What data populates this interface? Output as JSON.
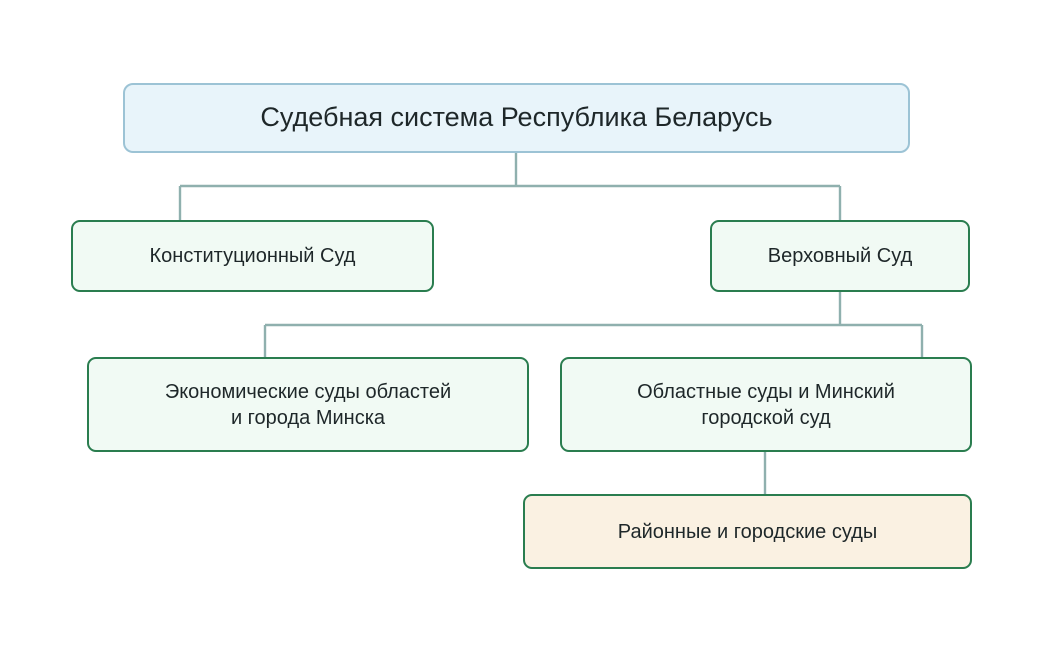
{
  "diagram": {
    "title": "Судебная система Республика Беларусь",
    "type": "organizational-hierarchy-tree",
    "background_color": "#ffffff",
    "connector_color": "#8fb0ae",
    "nodes": {
      "root": {
        "label": "Судебная система Республика Беларусь",
        "level": 1,
        "fill_color": "#e8f4fa",
        "border_color": "#9cc3d5",
        "text_color": "#1e2729"
      },
      "constitutional_court": {
        "label": "Конституционный Суд",
        "level": 2,
        "fill_color": "#f1faf4",
        "border_color": "#2a7d4f",
        "text_color": "#1e2729"
      },
      "supreme_court": {
        "label": "Верховный Суд",
        "level": 2,
        "fill_color": "#f1faf4",
        "border_color": "#2a7d4f",
        "text_color": "#1e2729"
      },
      "economic_courts": {
        "label": "Экономические суды областей\nи города Минска",
        "level": 3,
        "fill_color": "#f1faf4",
        "border_color": "#2a7d4f",
        "text_color": "#1e2729"
      },
      "regional_courts": {
        "label": "Областные суды и Минский\nгородской суд",
        "level": 3,
        "fill_color": "#f1faf4",
        "border_color": "#2a7d4f",
        "text_color": "#1e2729"
      },
      "district_city_courts": {
        "label": "Районные и городские суды",
        "level": 4,
        "fill_color": "#faf1e2",
        "border_color": "#2a7d4f",
        "text_color": "#1e2729"
      }
    },
    "edges": [
      {
        "from": "root",
        "to": "constitutional_court"
      },
      {
        "from": "root",
        "to": "supreme_court"
      },
      {
        "from": "supreme_court",
        "to": "economic_courts"
      },
      {
        "from": "supreme_court",
        "to": "regional_courts"
      },
      {
        "from": "regional_courts",
        "to": "district_city_courts"
      }
    ]
  }
}
